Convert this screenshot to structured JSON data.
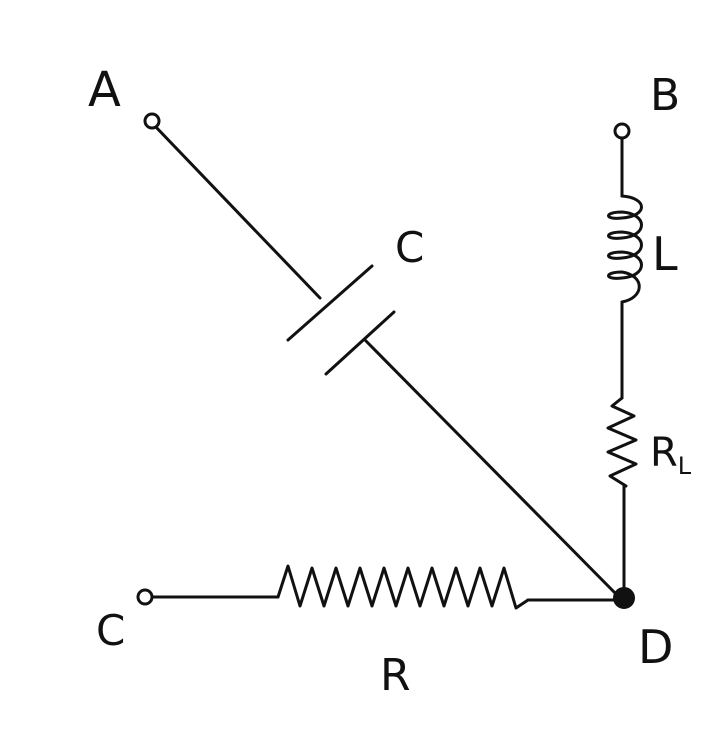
{
  "diagram": {
    "labels": {
      "A": "A",
      "B": "B",
      "C_terminal": "C",
      "D": "D",
      "capacitor": "C",
      "inductor": "L",
      "inductor_resistance": "R",
      "inductor_resistance_subscript": "L",
      "resistor": "R"
    },
    "terminals": [
      "A",
      "B",
      "C",
      "D"
    ],
    "components": [
      {
        "type": "capacitor",
        "label": "C",
        "between": [
          "A",
          "D"
        ]
      },
      {
        "type": "inductor",
        "label": "L",
        "between": [
          "B",
          "D"
        ]
      },
      {
        "type": "resistor",
        "label": "RL",
        "between": [
          "B",
          "D"
        ]
      },
      {
        "type": "resistor",
        "label": "R",
        "between": [
          "C",
          "D"
        ]
      }
    ],
    "colors": {
      "ink": "#111111",
      "background": "#ffffff"
    }
  }
}
